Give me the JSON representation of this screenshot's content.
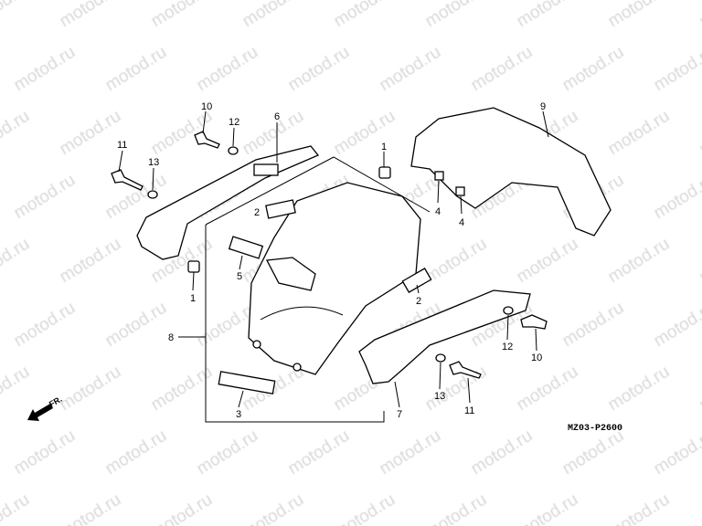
{
  "watermark": "motod.ru",
  "diagram_code": "MZ03-P2600",
  "direction_label": "FR.",
  "callouts": [
    {
      "id": "c10a",
      "text": "10"
    },
    {
      "id": "c12a",
      "text": "12"
    },
    {
      "id": "c6",
      "text": "6"
    },
    {
      "id": "c11a",
      "text": "11"
    },
    {
      "id": "c13a",
      "text": "13"
    },
    {
      "id": "c1a",
      "text": "1"
    },
    {
      "id": "c9",
      "text": "9"
    },
    {
      "id": "c2a",
      "text": "2"
    },
    {
      "id": "c4a",
      "text": "4"
    },
    {
      "id": "c4b",
      "text": "4"
    },
    {
      "id": "c5",
      "text": "5"
    },
    {
      "id": "c1b",
      "text": "1"
    },
    {
      "id": "c2b",
      "text": "2"
    },
    {
      "id": "c8",
      "text": "8"
    },
    {
      "id": "c12b",
      "text": "12"
    },
    {
      "id": "c10b",
      "text": "10"
    },
    {
      "id": "c13b",
      "text": "13"
    },
    {
      "id": "c11b",
      "text": "11"
    },
    {
      "id": "c7",
      "text": "7"
    },
    {
      "id": "c3",
      "text": "3"
    }
  ]
}
